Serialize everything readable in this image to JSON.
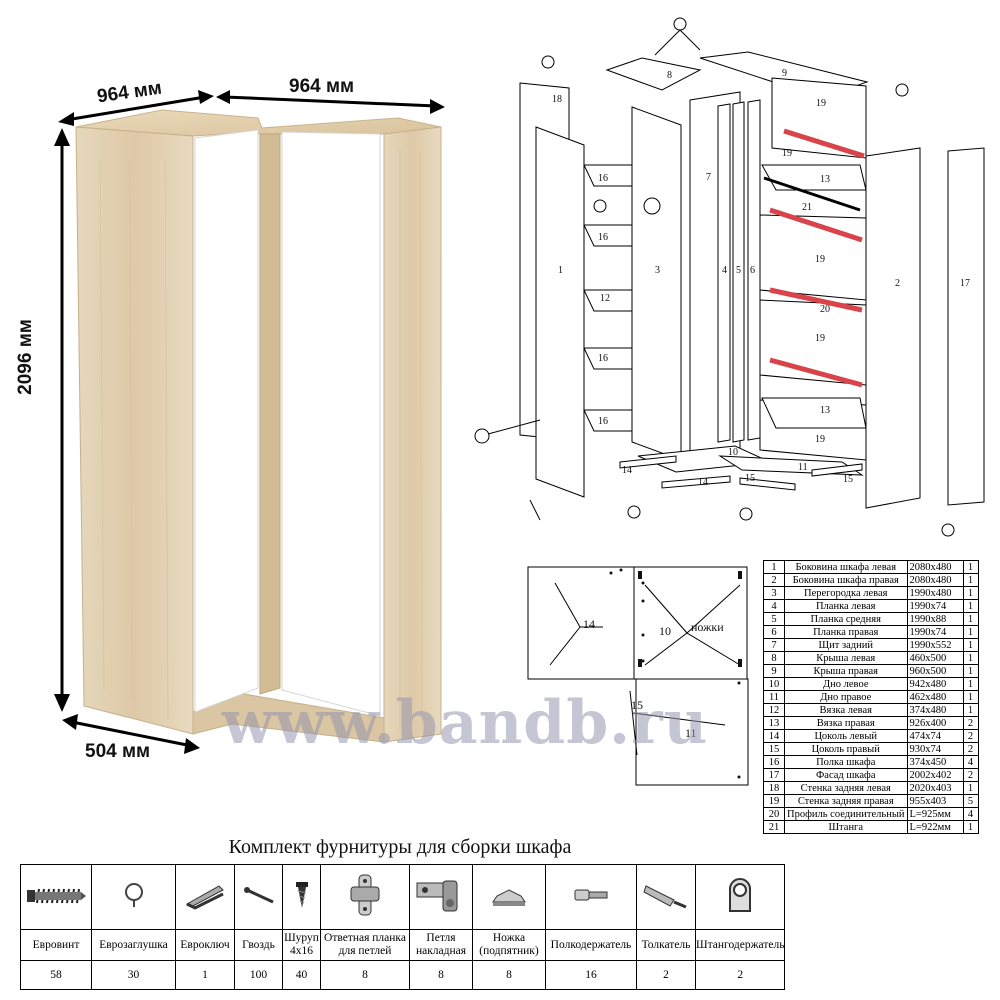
{
  "dimensions": {
    "width_left": "964 мм",
    "width_right": "964 мм",
    "height": "2096 мм",
    "depth": "504 мм"
  },
  "callouts": [
    "18",
    "8",
    "9",
    "19",
    "16",
    "16",
    "12",
    "16",
    "16",
    "1",
    "3",
    "7",
    "4",
    "5",
    "6",
    "13",
    "21",
    "19",
    "19",
    "13",
    "19",
    "2",
    "17",
    "20",
    "19",
    "14",
    "10",
    "11",
    "15",
    "14",
    "15"
  ],
  "detail_labels": {
    "part14": "14",
    "part10": "10",
    "legs": "ножки",
    "part15": "15",
    "part11": "11"
  },
  "parts": [
    {
      "n": "1",
      "name": "Боковина шкафа левая",
      "size": "2080х480",
      "qty": "1"
    },
    {
      "n": "2",
      "name": "Боковина шкафа правая",
      "size": "2080х480",
      "qty": "1"
    },
    {
      "n": "3",
      "name": "Перегородка левая",
      "size": "1990х480",
      "qty": "1"
    },
    {
      "n": "4",
      "name": "Планка левая",
      "size": "1990х74",
      "qty": "1"
    },
    {
      "n": "5",
      "name": "Планка средняя",
      "size": "1990х88",
      "qty": "1"
    },
    {
      "n": "6",
      "name": "Планка правая",
      "size": "1990х74",
      "qty": "1"
    },
    {
      "n": "7",
      "name": "Щит задний",
      "size": "1990х552",
      "qty": "1"
    },
    {
      "n": "8",
      "name": "Крыша левая",
      "size": "460х500",
      "qty": "1"
    },
    {
      "n": "9",
      "name": "Крыша правая",
      "size": "960х500",
      "qty": "1"
    },
    {
      "n": "10",
      "name": "Дно левое",
      "size": "942х480",
      "qty": "1"
    },
    {
      "n": "11",
      "name": "Дно правое",
      "size": "462х480",
      "qty": "1"
    },
    {
      "n": "12",
      "name": "Вязка левая",
      "size": "374х480",
      "qty": "1"
    },
    {
      "n": "13",
      "name": "Вязка правая",
      "size": "926х400",
      "qty": "2"
    },
    {
      "n": "14",
      "name": "Цоколь левый",
      "size": "474х74",
      "qty": "2"
    },
    {
      "n": "15",
      "name": "Цоколь правый",
      "size": "930х74",
      "qty": "2"
    },
    {
      "n": "16",
      "name": "Полка шкафа",
      "size": "374х450",
      "qty": "4"
    },
    {
      "n": "17",
      "name": "Фасад шкафа",
      "size": "2002х402",
      "qty": "2"
    },
    {
      "n": "18",
      "name": "Стенка задняя левая",
      "size": "2020х403",
      "qty": "1"
    },
    {
      "n": "19",
      "name": "Стенка задняя правая",
      "size": "955х403",
      "qty": "5"
    },
    {
      "n": "20",
      "name": "Профиль соединительный",
      "size": "L=925мм",
      "qty": "4"
    },
    {
      "n": "21",
      "name": "Штанга",
      "size": "L=922мм",
      "qty": "1"
    }
  ],
  "hardware_title": "Комплект фурнитуры для сборки шкафа",
  "hardware": [
    {
      "icon": "screw-icon",
      "l1": "Евровинт",
      "l2": "",
      "count": "58",
      "w": 70
    },
    {
      "icon": "cap-icon",
      "l1": "Еврозаглушка",
      "l2": "",
      "count": "30",
      "w": 83
    },
    {
      "icon": "hex-key-icon",
      "l1": "Евроключ",
      "l2": "",
      "count": "1",
      "w": 58
    },
    {
      "icon": "nail-icon",
      "l1": "Гвоздь",
      "l2": "",
      "count": "100",
      "w": 47
    },
    {
      "icon": "wood-screw-icon",
      "l1": "Шуруп",
      "l2": "4х16",
      "count": "40",
      "w": 37
    },
    {
      "icon": "hinge-plate-icon",
      "l1": "Ответная планка",
      "l2": "для петлей",
      "count": "8",
      "w": 88
    },
    {
      "icon": "hinge-icon",
      "l1": "Петля",
      "l2": "накладная",
      "count": "8",
      "w": 62
    },
    {
      "icon": "leg-icon",
      "l1": "Ножка",
      "l2": "(подпятник)",
      "count": "8",
      "w": 72
    },
    {
      "icon": "shelf-pin-icon",
      "l1": "Полкодержатель",
      "l2": "",
      "count": "16",
      "w": 90
    },
    {
      "icon": "pusher-icon",
      "l1": "Толкатель",
      "l2": "",
      "count": "2",
      "w": 58
    },
    {
      "icon": "rod-holder-icon",
      "l1": "Штангодержатель",
      "l2": "",
      "count": "2",
      "w": 88
    }
  ],
  "watermark": "www.bandb.ru"
}
